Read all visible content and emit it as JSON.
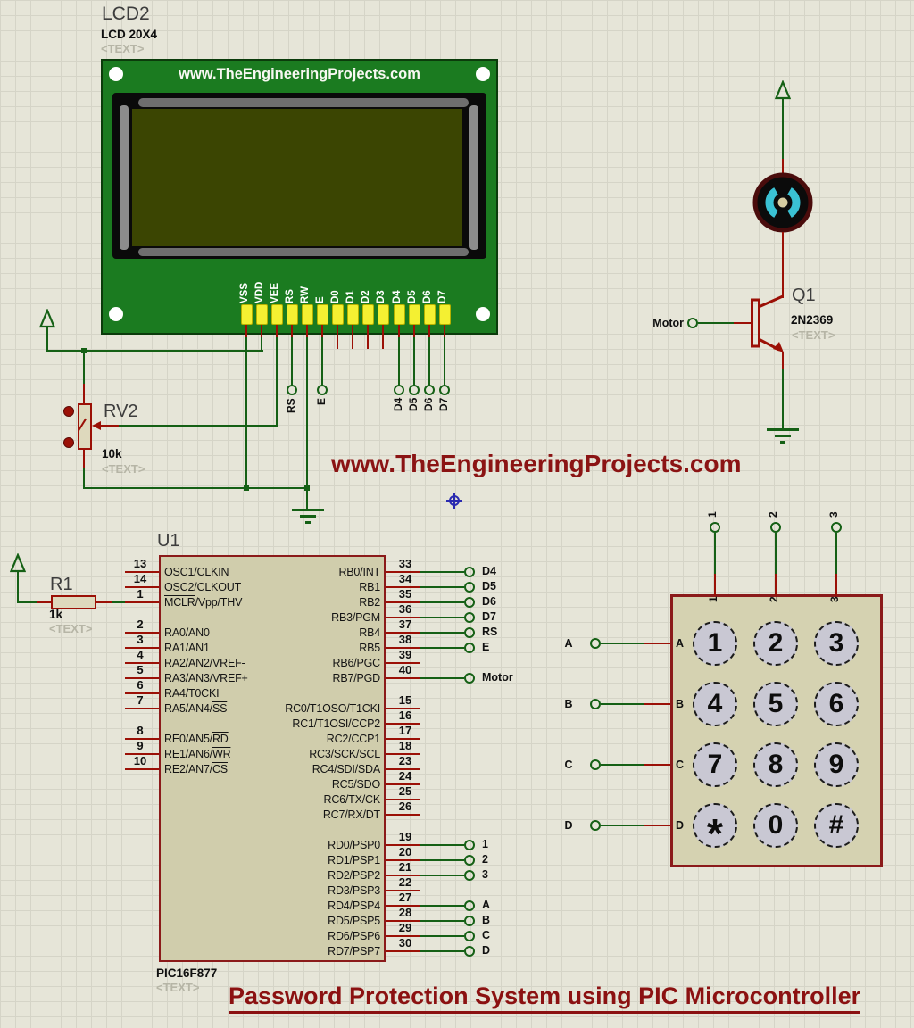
{
  "schematic": {
    "watermark": "www.TheEngineeringProjects.com",
    "title": "Password Protection System using PIC Microcontroller"
  },
  "lcd": {
    "ref": "LCD2",
    "model": "LCD 20X4",
    "placeholder": "<TEXT>",
    "board_title": "www.TheEngineeringProjects.com",
    "pins": [
      "VSS",
      "VDD",
      "VEE",
      "RS",
      "RW",
      "E",
      "D0",
      "D1",
      "D2",
      "D3",
      "D4",
      "D5",
      "D6",
      "D7"
    ]
  },
  "lcd_terminals": [
    "RS",
    "E",
    "D4",
    "D5",
    "D6",
    "D7"
  ],
  "pot": {
    "ref": "RV2",
    "value": "10k",
    "placeholder": "<TEXT>"
  },
  "resistor": {
    "ref": "R1",
    "value": "1k",
    "placeholder": "<TEXT>"
  },
  "transistor": {
    "ref": "Q1",
    "value": "2N2369",
    "placeholder": "<TEXT>"
  },
  "motor_terminal_label": "Motor",
  "mcu": {
    "ref": "U1",
    "model": "PIC16F877",
    "placeholder": "<TEXT>",
    "left_pins": [
      {
        "num": "13",
        "row": 0,
        "pre": "OSC1/CLKIN",
        "over": "",
        "post": ""
      },
      {
        "num": "14",
        "row": 1,
        "pre": "OSC2/CLKOUT",
        "over": "",
        "post": ""
      },
      {
        "num": "1",
        "row": 2,
        "pre": "",
        "over": "MCLR",
        "post": "/Vpp/THV"
      },
      {
        "num": "2",
        "row": 4,
        "pre": "RA0/AN0",
        "over": "",
        "post": ""
      },
      {
        "num": "3",
        "row": 5,
        "pre": "RA1/AN1",
        "over": "",
        "post": ""
      },
      {
        "num": "4",
        "row": 6,
        "pre": "RA2/AN2/VREF-",
        "over": "",
        "post": ""
      },
      {
        "num": "5",
        "row": 7,
        "pre": "RA3/AN3/VREF+",
        "over": "",
        "post": ""
      },
      {
        "num": "6",
        "row": 8,
        "pre": "RA4/T0CKI",
        "over": "",
        "post": ""
      },
      {
        "num": "7",
        "row": 9,
        "pre": "RA5/AN4/",
        "over": "SS",
        "post": ""
      },
      {
        "num": "8",
        "row": 11,
        "pre": "RE0/AN5/",
        "over": "RD",
        "post": ""
      },
      {
        "num": "9",
        "row": 12,
        "pre": "RE1/AN6/",
        "over": "WR",
        "post": ""
      },
      {
        "num": "10",
        "row": 13,
        "pre": "RE2/AN7/",
        "over": "CS",
        "post": ""
      }
    ],
    "right_pins": [
      {
        "num": "33",
        "row": 0,
        "name": "RB0/INT",
        "terminal": "D4"
      },
      {
        "num": "34",
        "row": 1,
        "name": "RB1",
        "terminal": "D5"
      },
      {
        "num": "35",
        "row": 2,
        "name": "RB2",
        "terminal": "D6"
      },
      {
        "num": "36",
        "row": 3,
        "name": "RB3/PGM",
        "terminal": "D7"
      },
      {
        "num": "37",
        "row": 4,
        "name": "RB4",
        "terminal": "RS"
      },
      {
        "num": "38",
        "row": 5,
        "name": "RB5",
        "terminal": "E"
      },
      {
        "num": "39",
        "row": 6,
        "name": "RB6/PGC"
      },
      {
        "num": "40",
        "row": 7,
        "name": "RB7/PGD",
        "terminal": "Motor"
      },
      {
        "num": "15",
        "row": 9,
        "name": "RC0/T1OSO/T1CKI"
      },
      {
        "num": "16",
        "row": 10,
        "name": "RC1/T1OSI/CCP2"
      },
      {
        "num": "17",
        "row": 11,
        "name": "RC2/CCP1"
      },
      {
        "num": "18",
        "row": 12,
        "name": "RC3/SCK/SCL"
      },
      {
        "num": "23",
        "row": 13,
        "name": "RC4/SDI/SDA"
      },
      {
        "num": "24",
        "row": 14,
        "name": "RC5/SDO"
      },
      {
        "num": "25",
        "row": 15,
        "name": "RC6/TX/CK"
      },
      {
        "num": "26",
        "row": 16,
        "name": "RC7/RX/DT"
      },
      {
        "num": "19",
        "row": 18,
        "name": "RD0/PSP0",
        "terminal": "1"
      },
      {
        "num": "20",
        "row": 19,
        "name": "RD1/PSP1",
        "terminal": "2"
      },
      {
        "num": "21",
        "row": 20,
        "name": "RD2/PSP2",
        "terminal": "3"
      },
      {
        "num": "22",
        "row": 21,
        "name": "RD3/PSP3"
      },
      {
        "num": "27",
        "row": 22,
        "name": "RD4/PSP4",
        "terminal": "A"
      },
      {
        "num": "28",
        "row": 23,
        "name": "RD5/PSP5",
        "terminal": "B"
      },
      {
        "num": "29",
        "row": 24,
        "name": "RD6/PSP6",
        "terminal": "C"
      },
      {
        "num": "30",
        "row": 25,
        "name": "RD7/PSP7",
        "terminal": "D"
      }
    ]
  },
  "keypad": {
    "top_terminals": [
      "1",
      "2",
      "3"
    ],
    "left_terminals": [
      "A",
      "B",
      "C",
      "D"
    ],
    "col_labels": [
      "1",
      "2",
      "3"
    ],
    "row_labels": [
      "A",
      "B",
      "C",
      "D"
    ],
    "buttons": [
      [
        "1",
        "2",
        "3"
      ],
      [
        "4",
        "5",
        "6"
      ],
      [
        "7",
        "8",
        "9"
      ],
      [
        "*",
        "0",
        "#"
      ]
    ]
  },
  "colors": {
    "wire_green": "#156015",
    "pin_red": "#9b1006",
    "board_green": "#1b7b20",
    "screen_olive": "#3b4502",
    "pad_yellow": "#f4f032",
    "chip_fill": "#d0cdac",
    "chip_border": "#8b1a1a",
    "keypad_fill": "#d5d2b1",
    "button_gray": "#c9c8d3",
    "motor_cyan": "#3ac2d4",
    "accent_red": "#8b1111",
    "ghost_gray": "#b6b5a6",
    "terminal_blue": "#2a2ab0"
  }
}
